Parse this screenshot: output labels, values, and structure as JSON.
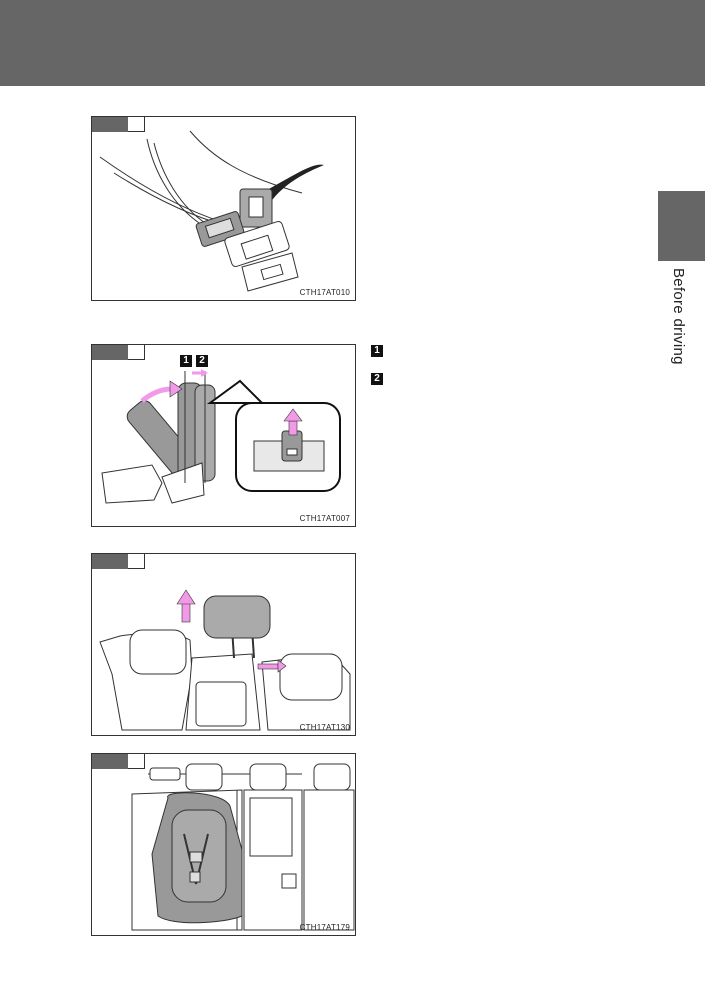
{
  "sidebar": {
    "section_label": "Before driving"
  },
  "figures": [
    {
      "code": "CTH17AT010"
    },
    {
      "code": "CTH17AT007",
      "callouts": [
        "1",
        "2"
      ]
    },
    {
      "code": "CTH17AT130"
    },
    {
      "code": "CTH17AT179"
    }
  ],
  "side_callouts": [
    "1",
    "2"
  ],
  "colors": {
    "header": "#666666",
    "arrow": "#f29ae8",
    "part_gray": "#9a9a9a"
  }
}
